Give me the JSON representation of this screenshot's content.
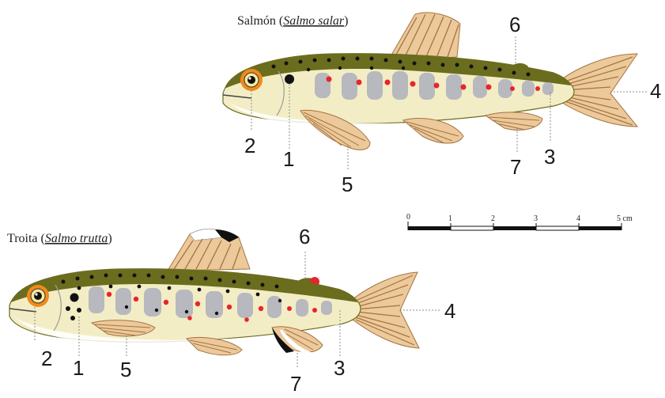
{
  "fish": [
    {
      "common_name": "Salmón",
      "scientific_name": "Salmo salar"
    },
    {
      "common_name": "Troita",
      "scientific_name": "Salmo trutta"
    }
  ],
  "salmon_labels": [
    "1",
    "2",
    "3",
    "4",
    "5",
    "6",
    "7"
  ],
  "trout_labels": [
    "1",
    "2",
    "3",
    "4",
    "5",
    "6",
    "7"
  ],
  "scale_bar": {
    "ticks": [
      "0",
      "1",
      "2",
      "3",
      "4",
      "5 cm"
    ]
  },
  "colors": {
    "back": "#6b6d1e",
    "belly": "#f3edc6",
    "parr_mark": "#b7b9be",
    "red_spot": "#e8242c",
    "black_spot": "#111111",
    "fin": "#ecc99b",
    "fin_ray": "#a5733f",
    "eye_ring": "#f08a1c"
  }
}
